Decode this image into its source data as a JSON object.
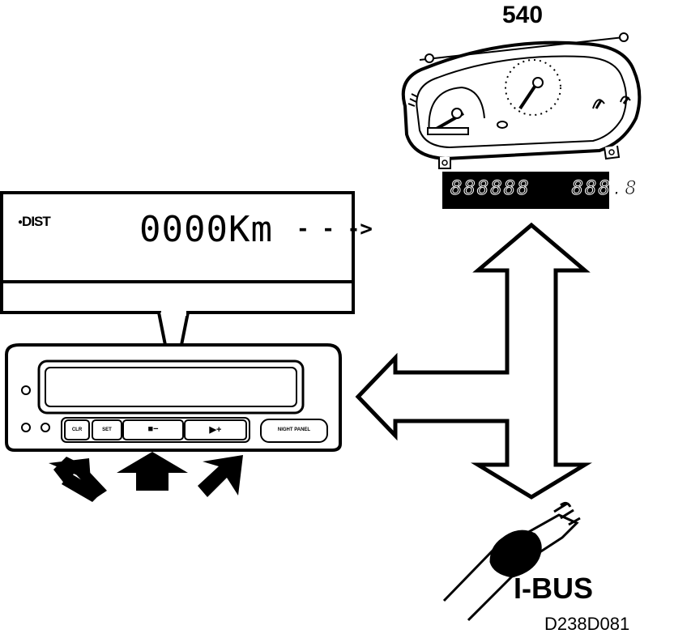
{
  "cluster_label": "540",
  "lcd_odometer": "888888",
  "lcd_trip": "888.8",
  "callout": {
    "mode_label": "DIST",
    "value_text": "0000Km",
    "arrow_glyph": "- - ->"
  },
  "panel_buttons": {
    "clr": "CLR",
    "set": "SET",
    "down": "■−",
    "up": "▶+",
    "night_panel": "NIGHT PANEL"
  },
  "bus_label": "I-BUS",
  "figure_code": "D238D081"
}
